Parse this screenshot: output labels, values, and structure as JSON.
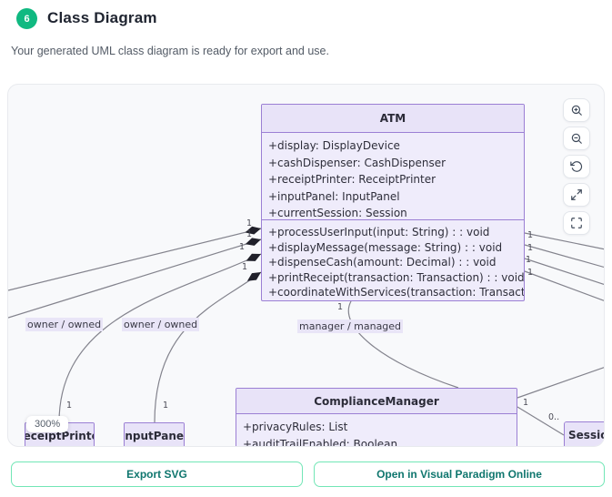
{
  "header": {
    "step_number": "6",
    "title": "Class Diagram",
    "subtitle": "Your generated UML class diagram is ready for export and use."
  },
  "toolbar": {
    "icons": [
      "zoom-in-icon",
      "zoom-out-icon",
      "reset-view-icon",
      "expand-icon",
      "fullscreen-icon"
    ]
  },
  "canvas": {
    "zoom_level": "300%"
  },
  "diagram": {
    "classes": [
      {
        "name": "ATM",
        "attributes": [
          "+display: DisplayDevice",
          "+cashDispenser: CashDispenser",
          "+receiptPrinter: ReceiptPrinter",
          "+inputPanel: InputPanel",
          "+currentSession: Session"
        ],
        "methods": [
          "+processUserInput(input: String) : : void",
          "+displayMessage(message: String) : : void",
          "+dispenseCash(amount: Decimal) : : void",
          "+printReceipt(transaction: Transaction) : : void",
          "+coordinateWithServices(transaction: Transaction) : : void"
        ]
      },
      {
        "name": "ComplianceManager",
        "attributes": [
          "+privacyRules: List",
          "+auditTrailEnabled: Boolean"
        ],
        "methods": []
      },
      {
        "name": "ReceiptPrinter",
        "attributes": [],
        "methods": []
      },
      {
        "name": "InputPanel",
        "attributes": [],
        "methods": []
      },
      {
        "name": "Session",
        "attributes": [],
        "methods": []
      }
    ],
    "edge_labels": {
      "owner_owned_a": "owner / owned",
      "owner_owned_b": "owner / owned",
      "manager_managed": "manager / managed"
    },
    "mult_one": "1",
    "mult_zero_or_more": "0.."
  },
  "footer": {
    "export_svg": "Export SVG",
    "open_vp": "Open in Visual Paradigm Online"
  },
  "colors": {
    "accent_green": "#10b981",
    "button_border": "#72e6b6",
    "button_text": "#0f766e",
    "class_border": "#9b7fd4",
    "class_header_bg": "#e8e3f8",
    "class_body_bg": "#efecfb",
    "edge_line": "#83838d",
    "canvas_bg": "#f8f9fb"
  }
}
